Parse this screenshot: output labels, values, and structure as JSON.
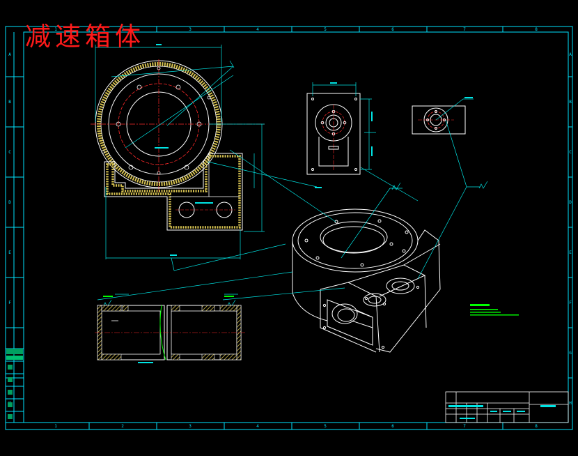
{
  "title": "减速箱体",
  "grid": {
    "columns": [
      "1",
      "2",
      "3",
      "4",
      "5",
      "6",
      "7",
      "8"
    ],
    "rows": [
      "A",
      "B",
      "C",
      "D",
      "E",
      "F",
      "G",
      "H"
    ]
  },
  "colors": {
    "background": "#000000",
    "frame": "#00e5ff",
    "outline": "#ffffff",
    "dimension": "#00e5e5",
    "centerline": "#ff2a2a",
    "hatch": "#d4c050",
    "annotation": "#00ff00",
    "title": "#ff1a1a"
  },
  "icons": [
    "surface-finish-symbol"
  ]
}
